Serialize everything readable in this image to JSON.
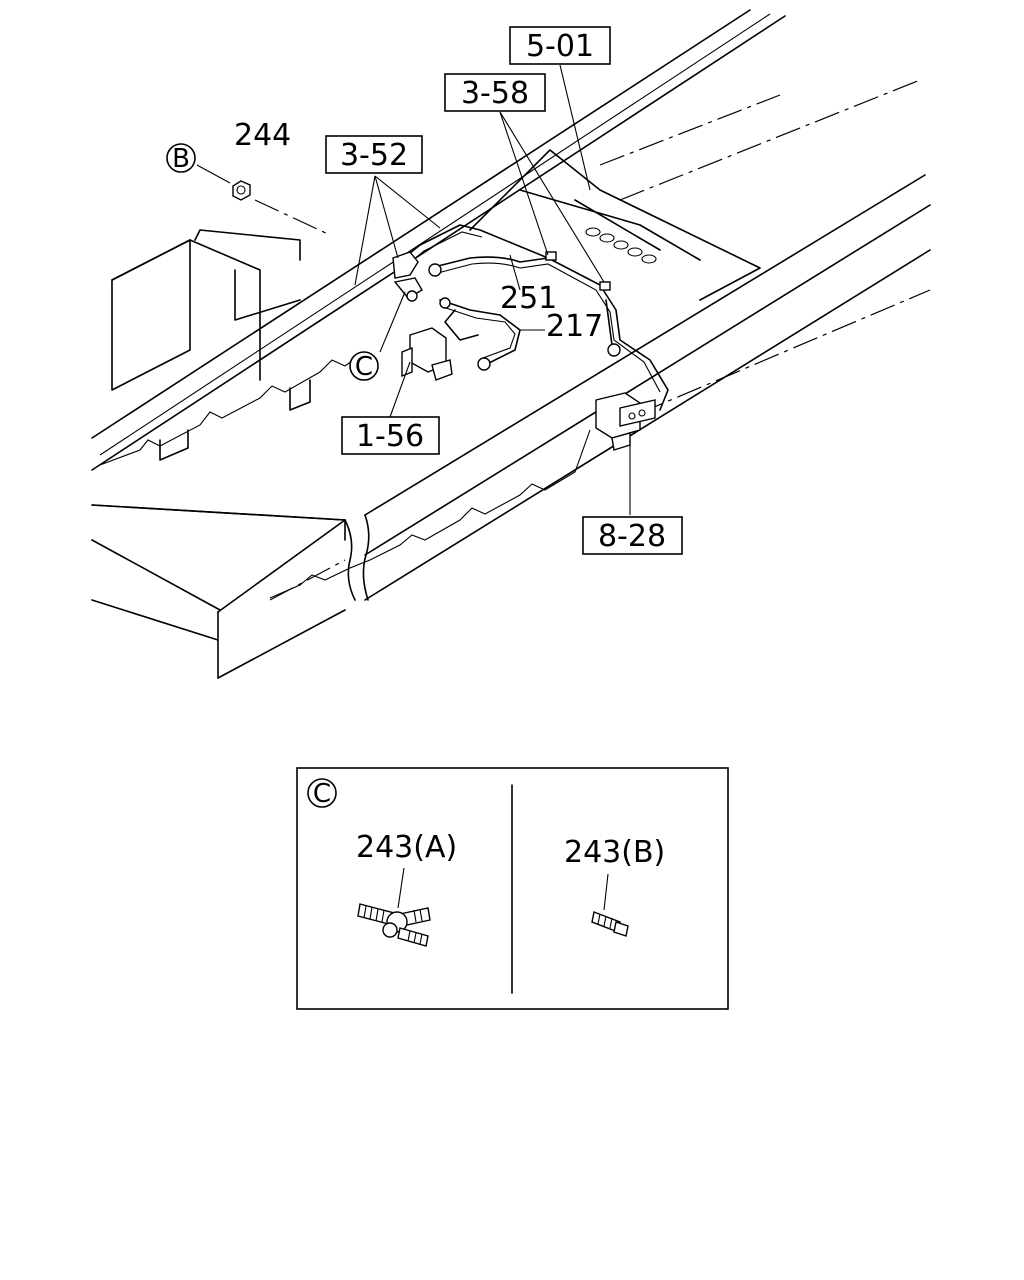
{
  "callouts": {
    "ref_5_01": "5-01",
    "ref_3_58": "3-58",
    "ref_3_52": "3-52",
    "ref_1_56": "1-56",
    "ref_8_28": "8-28",
    "part_244": "244",
    "part_251": "251",
    "part_217": "217"
  },
  "markers": {
    "b": "B",
    "c": "C"
  },
  "detail": {
    "marker": "C",
    "left_label": "243(A)",
    "right_label": "243(B)"
  }
}
